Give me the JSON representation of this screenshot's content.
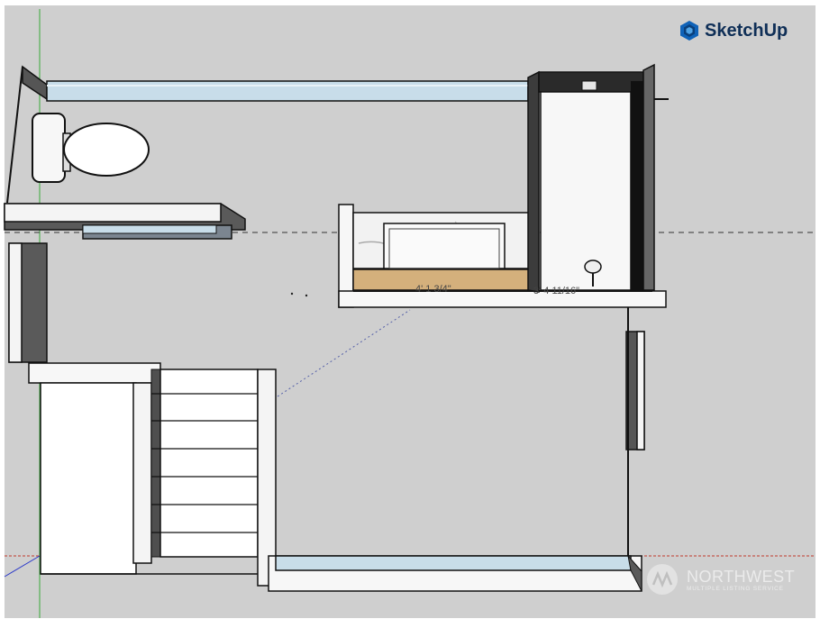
{
  "app": {
    "brand": "SketchUp",
    "icon": "sketchup-logo-icon"
  },
  "watermark": {
    "title": "NORTHWEST",
    "subtitle": "MULTIPLE LISTING SERVICE",
    "icon": "nwmls-logo-icon"
  },
  "dimensions": {
    "tub_length": "4' 1 3/4\"",
    "stall_width": "3' 4 11/16\""
  },
  "colors": {
    "canvas": "#cfcfcf",
    "brand": "#0f2f57",
    "wood": "#d4b07c",
    "glass": "#c8dde9"
  }
}
